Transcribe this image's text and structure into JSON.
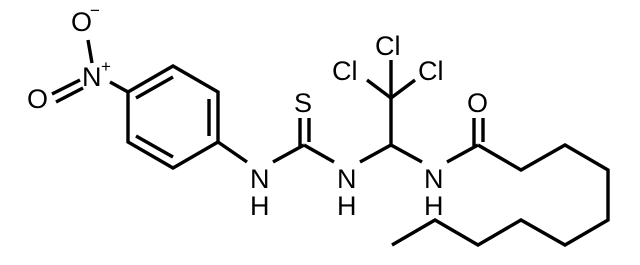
{
  "structure": {
    "atom_labels": {
      "o_minus": "O",
      "o_minus_charge": "−",
      "n_plus": "N",
      "n_plus_charge": "+",
      "o_double": "O",
      "sulfur": "S",
      "nh_left": {
        "n": "N",
        "h": "H"
      },
      "nh_mid": {
        "n": "N",
        "h": "H"
      },
      "nh_right": {
        "n": "N",
        "h": "H"
      },
      "cl_top": "Cl",
      "cl_left": "Cl",
      "cl_right": "Cl",
      "carbonyl_o": "O"
    }
  }
}
